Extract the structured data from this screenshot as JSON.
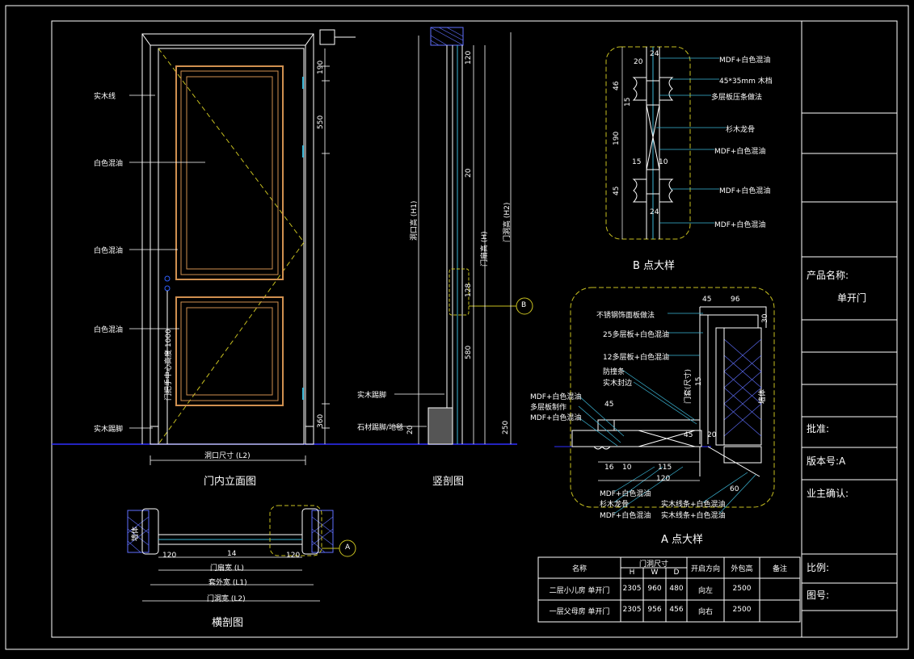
{
  "elevation": {
    "title": "门内立面图",
    "labels": [
      "实木线",
      "白色混油",
      "白色混油",
      "白色混油",
      "实木踢脚"
    ],
    "width_dim": "洞口尺寸 (L2)",
    "handle_dim": "门把手中心高度 1000",
    "right_dims": [
      "190",
      "550",
      "360"
    ]
  },
  "section": {
    "title": "竖剖图",
    "labels": [
      "实木踢脚",
      "石材踢脚/地毯"
    ],
    "dims": [
      "洞口高 (H1)",
      "门扇高 (H)",
      "门洞高 (H2)",
      "120",
      "128",
      "580",
      "20",
      "20",
      "250"
    ]
  },
  "plan": {
    "title": "横剖图",
    "dims": [
      "门扇宽 (L)",
      "套外宽 (L1)",
      "门洞宽 (L2)",
      "14",
      "120",
      "120"
    ],
    "wall": "墙体"
  },
  "detail_b": {
    "title": "B 点大样",
    "labels": [
      "MDF+白色混油",
      "45*35mm 木档",
      "多层板压条做法",
      "杉木龙骨",
      "MDF+白色混油",
      "MDF+白色混油",
      "MDF+白色混油"
    ],
    "dims": [
      "20",
      "24",
      "46",
      "15",
      "190",
      "45",
      "15",
      "24",
      "10"
    ]
  },
  "detail_a": {
    "title": "A 点大样",
    "labels_top": [
      "不锈钢饰面板做法",
      "25多层板+白色混油",
      "12多层板+白色混油",
      "防撞条",
      "实木封边"
    ],
    "labels_left": [
      "MDF+白色混油",
      "多层板制作",
      "MDF+白色混油"
    ],
    "labels_bottom": [
      "MDF+白色混油",
      "杉木龙骨",
      "实木线条+白色混油",
      "MDF+白色混油",
      "实木线条+白色混油"
    ],
    "side_label": "门套(尺寸)",
    "wall": "墙体",
    "dims": [
      "45",
      "96",
      "30",
      "15",
      "120",
      "115",
      "45",
      "10",
      "16",
      "20",
      "45",
      "60"
    ]
  },
  "callout": "B",
  "callout_a": "A",
  "schedule": {
    "headers": [
      "名称",
      "门洞尺寸",
      "开启方向",
      "外包高",
      "备注"
    ],
    "subheaders": [
      "H",
      "W",
      "D"
    ],
    "rows": [
      [
        "二层小儿房 单开门",
        "2305",
        "960",
        "480",
        "向左",
        "2500",
        ""
      ],
      [
        "一层父母房 单开门",
        "2305",
        "956",
        "456",
        "向右",
        "2500",
        ""
      ]
    ]
  },
  "title_block": {
    "product_label": "产品名称:",
    "product_value": "单开门",
    "approve_label": "批准:",
    "version_label": "版本号:A",
    "owner_label": "业主确认:",
    "scale_label": "比例:",
    "drawing_label": "图号:"
  },
  "colors": {
    "frame": "#ffffff",
    "door_panel": "#d09050",
    "dashed": "#c8c020",
    "leader": "#3cb8d8",
    "wall_hatch": "#6070ff",
    "floor": "#3030ff"
  }
}
